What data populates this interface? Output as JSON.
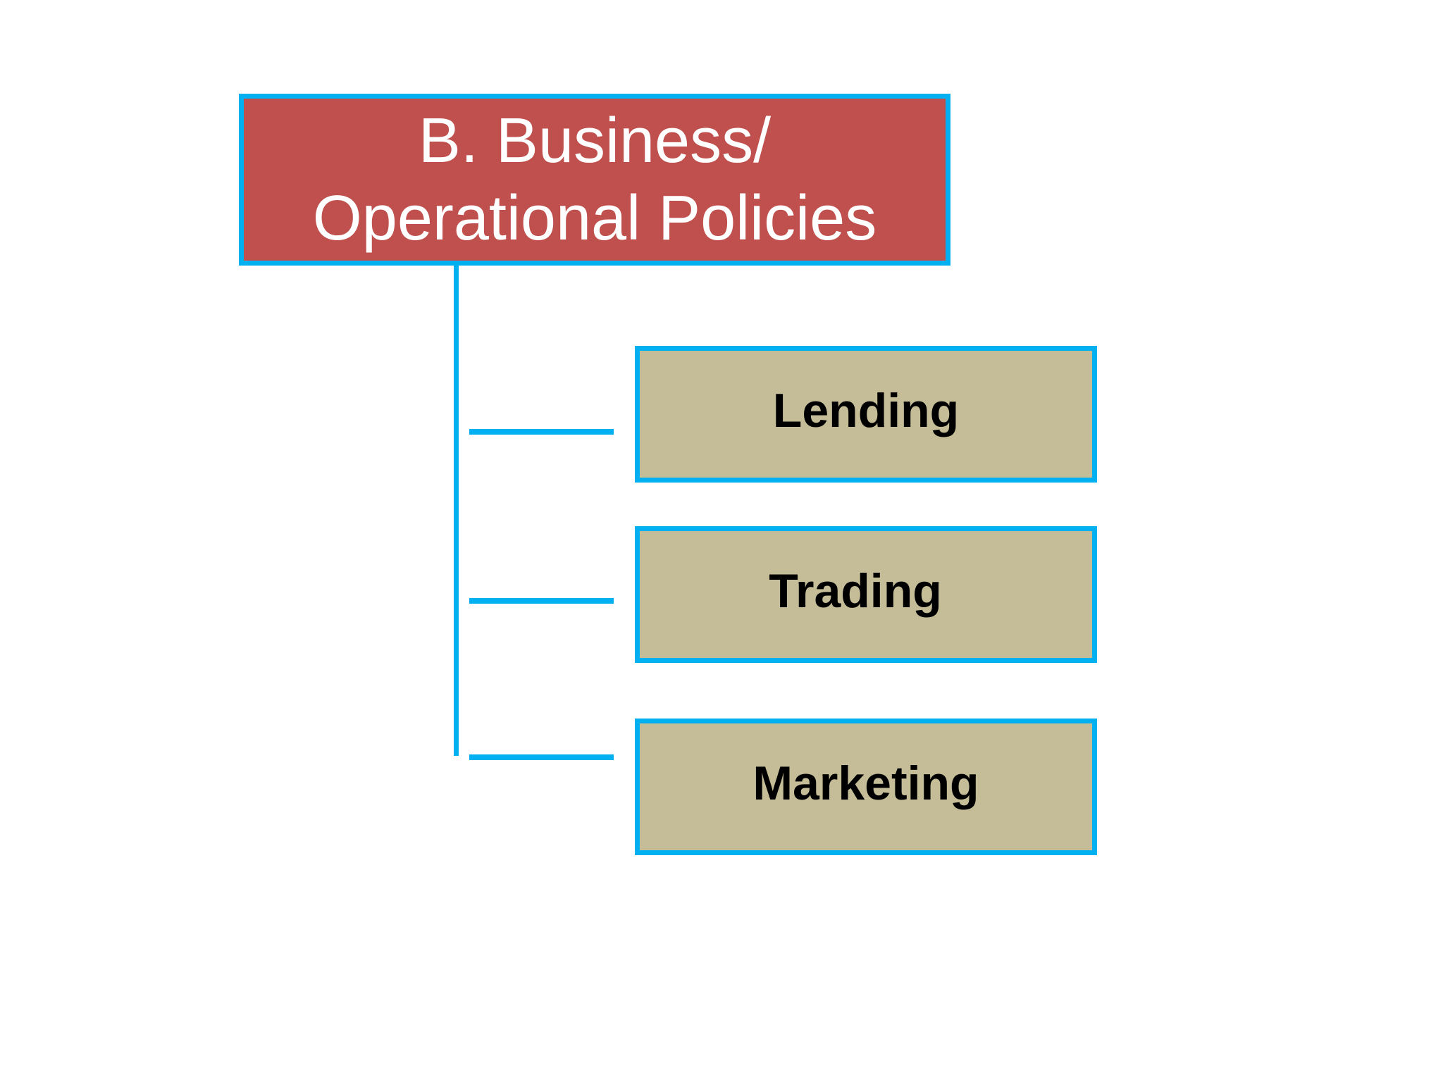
{
  "diagram": {
    "root": {
      "title": "B. Business/ Operational Policies",
      "fill_color": "#c0504d",
      "border_color": "#00b0f0",
      "text_color": "#ffffff"
    },
    "children": [
      {
        "label": "Lending"
      },
      {
        "label": "Trading"
      },
      {
        "label": "Marketing"
      }
    ],
    "child_style": {
      "fill_color": "#c4bd97",
      "border_color": "#00b0f0",
      "text_color": "#000000"
    },
    "connector_color": "#00b0f0"
  }
}
